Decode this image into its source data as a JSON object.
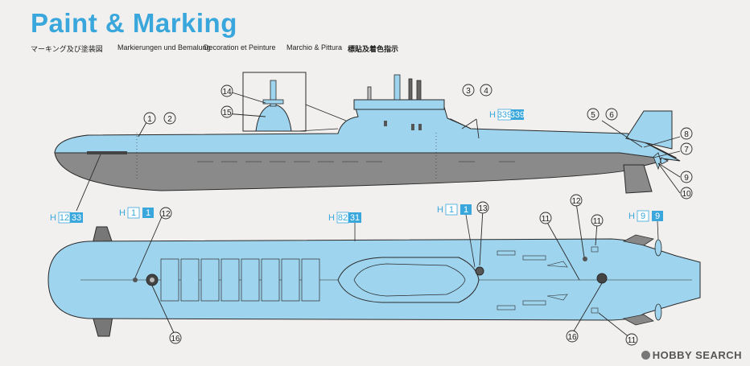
{
  "title": "Paint & Marking",
  "subtitles": [
    "マーキング及び塗装図",
    "Markierungen und Bemalung",
    "Decoration et Peinture",
    "Marchio & Pittura",
    "標貼及着色指示"
  ],
  "colors": {
    "hull_light": "#9fd4ee",
    "hull_dark": "#8a8a8a",
    "accent": "#3aa7dc",
    "line": "#2a2a2a"
  },
  "callouts": {
    "c1": "1",
    "c2": "2",
    "c3": "3",
    "c4": "4",
    "c5": "5",
    "c6": "6",
    "c7": "7",
    "c8": "8",
    "c9": "9",
    "c10": "10",
    "c11": "11",
    "c12": "12",
    "c13": "13",
    "c14": "14",
    "c15": "15",
    "c16": "16"
  },
  "paint_codes": {
    "a": {
      "prefix": "H",
      "code1": "339",
      "code2": "339"
    },
    "b": {
      "prefix": "H",
      "code1": "12",
      "code2": "33"
    },
    "c": {
      "prefix": "H",
      "code1": "1",
      "code2": "1"
    },
    "d": {
      "prefix": "H",
      "code1": "82",
      "code2": "31"
    },
    "e": {
      "prefix": "H",
      "code1": "1",
      "code2": "1"
    },
    "f": {
      "prefix": "H",
      "code1": "9",
      "code2": "9"
    }
  },
  "watermark": {
    "text": "HOBBY SEARCH",
    "icon": "hobbysearch-logo-icon"
  }
}
